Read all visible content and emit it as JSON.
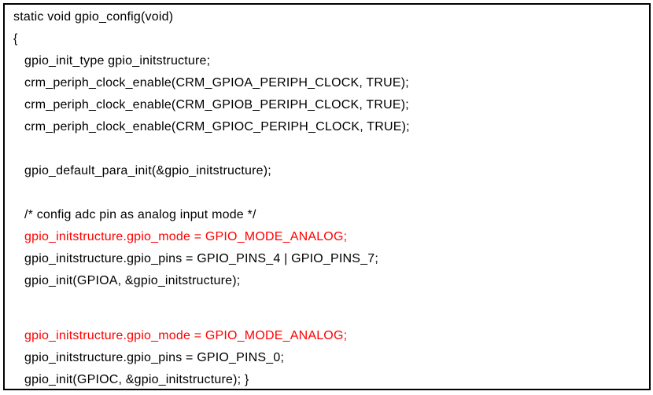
{
  "colors": {
    "background": "#ffffff",
    "border": "#000000",
    "text": "#000000",
    "highlight": "#ff0000"
  },
  "code_block": {
    "lines": [
      {
        "text": "static void gpio_config(void)",
        "indent": 0,
        "color": "black"
      },
      {
        "text": "{",
        "indent": 0,
        "color": "black"
      },
      {
        "text": "gpio_init_type gpio_initstructure;",
        "indent": 1,
        "color": "black"
      },
      {
        "text": "crm_periph_clock_enable(CRM_GPIOA_PERIPH_CLOCK, TRUE);",
        "indent": 1,
        "color": "black"
      },
      {
        "text": "crm_periph_clock_enable(CRM_GPIOB_PERIPH_CLOCK, TRUE);",
        "indent": 1,
        "color": "black"
      },
      {
        "text": "crm_periph_clock_enable(CRM_GPIOC_PERIPH_CLOCK, TRUE);",
        "indent": 1,
        "color": "black"
      },
      {
        "text": "",
        "indent": 0,
        "color": "black"
      },
      {
        "text": "gpio_default_para_init(&gpio_initstructure);",
        "indent": 1,
        "color": "black"
      },
      {
        "text": "",
        "indent": 0,
        "color": "black"
      },
      {
        "text": "/* config adc pin as analog input mode */",
        "indent": 1,
        "color": "black"
      },
      {
        "text": "gpio_initstructure.gpio_mode = GPIO_MODE_ANALOG;",
        "indent": 1,
        "color": "red"
      },
      {
        "text": "gpio_initstructure.gpio_pins = GPIO_PINS_4 | GPIO_PINS_7;",
        "indent": 1,
        "color": "black"
      },
      {
        "text": "gpio_init(GPIOA, &gpio_initstructure);",
        "indent": 1,
        "color": "black"
      },
      {
        "text": "",
        "indent": 0,
        "color": "black"
      },
      {
        "text": "gpio_initstructure.gpio_mode = GPIO_MODE_ANALOG;",
        "indent": 1,
        "color": "red"
      },
      {
        "text": "gpio_initstructure.gpio_pins = GPIO_PINS_0;",
        "indent": 1,
        "color": "black"
      },
      {
        "text": "gpio_init(GPIOC, &gpio_initstructure); }",
        "indent": 1,
        "color": "black"
      }
    ]
  }
}
